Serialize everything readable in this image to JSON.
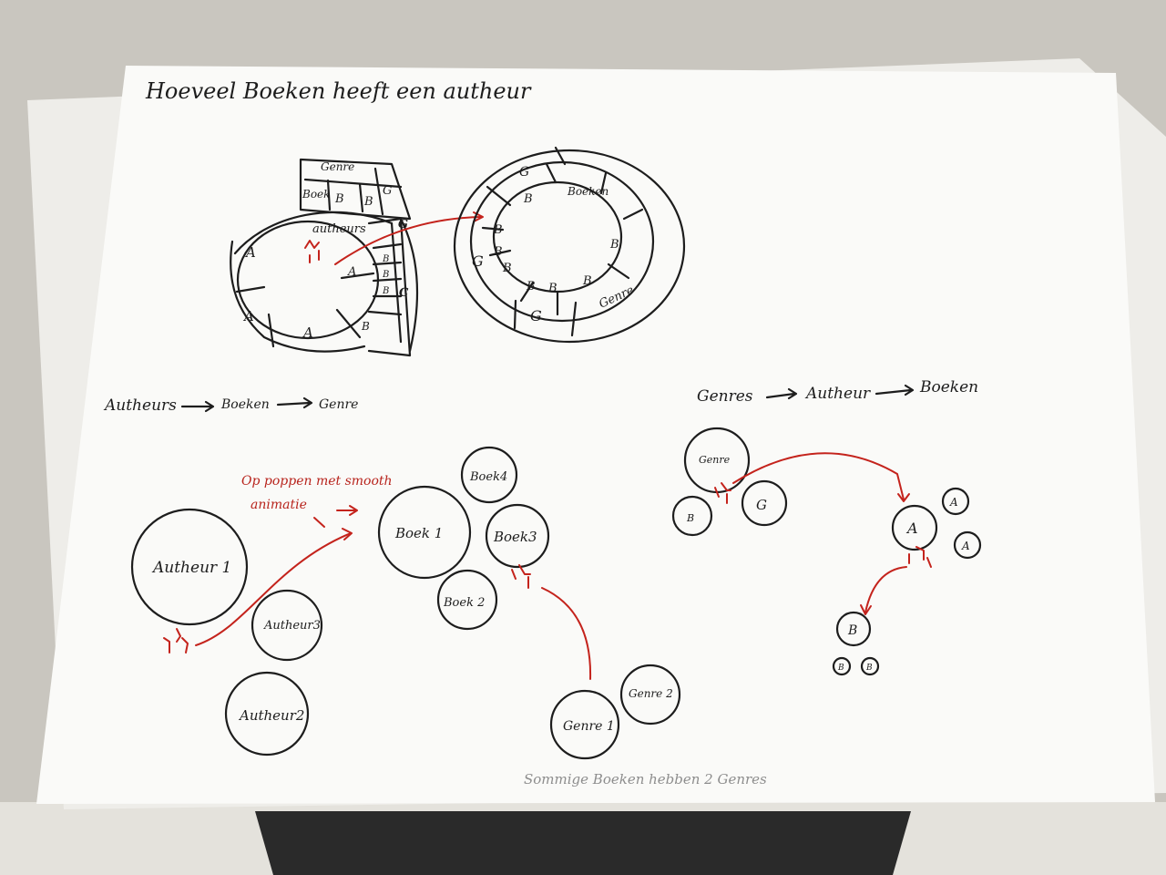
{
  "colors": {
    "ink": "#1d1d1d",
    "red": "#c4231c",
    "paper": "#fafaf8",
    "table": "#c9c6bf"
  },
  "title": "Hoeveel Boeken heeft een autheur",
  "sunburst_left": {
    "genre_top": "Genre",
    "boek_top": "Boek",
    "b": "B",
    "g": "G",
    "autheurs": "autheurs",
    "a": "A",
    "c": "C"
  },
  "sunburst_right": {
    "g": "G",
    "b": "B",
    "boeken": "Boeken",
    "genre": "Genre"
  },
  "flow_left": {
    "a": "Autheurs",
    "b": "Boeken",
    "c": "Genre"
  },
  "flow_right": {
    "a": "Genres",
    "b": "Autheur",
    "c": "Boeken"
  },
  "note_red": {
    "line1": "Op poppen met smooth",
    "line2": "animatie"
  },
  "bubbles_left": {
    "autheur1": "Autheur 1",
    "autheur3": "Autheur3",
    "autheur2": "Autheur2",
    "boek1": "Boek 1",
    "boek4": "Boek4",
    "boek3": "Boek3",
    "boek2": "Boek 2",
    "genre1": "Genre 1",
    "genre2": "Genre 2"
  },
  "bubbles_right": {
    "genre": "Genre",
    "g": "G",
    "a": "A",
    "b": "B"
  },
  "footnote": "Sommige Boeken hebben 2 Genres"
}
